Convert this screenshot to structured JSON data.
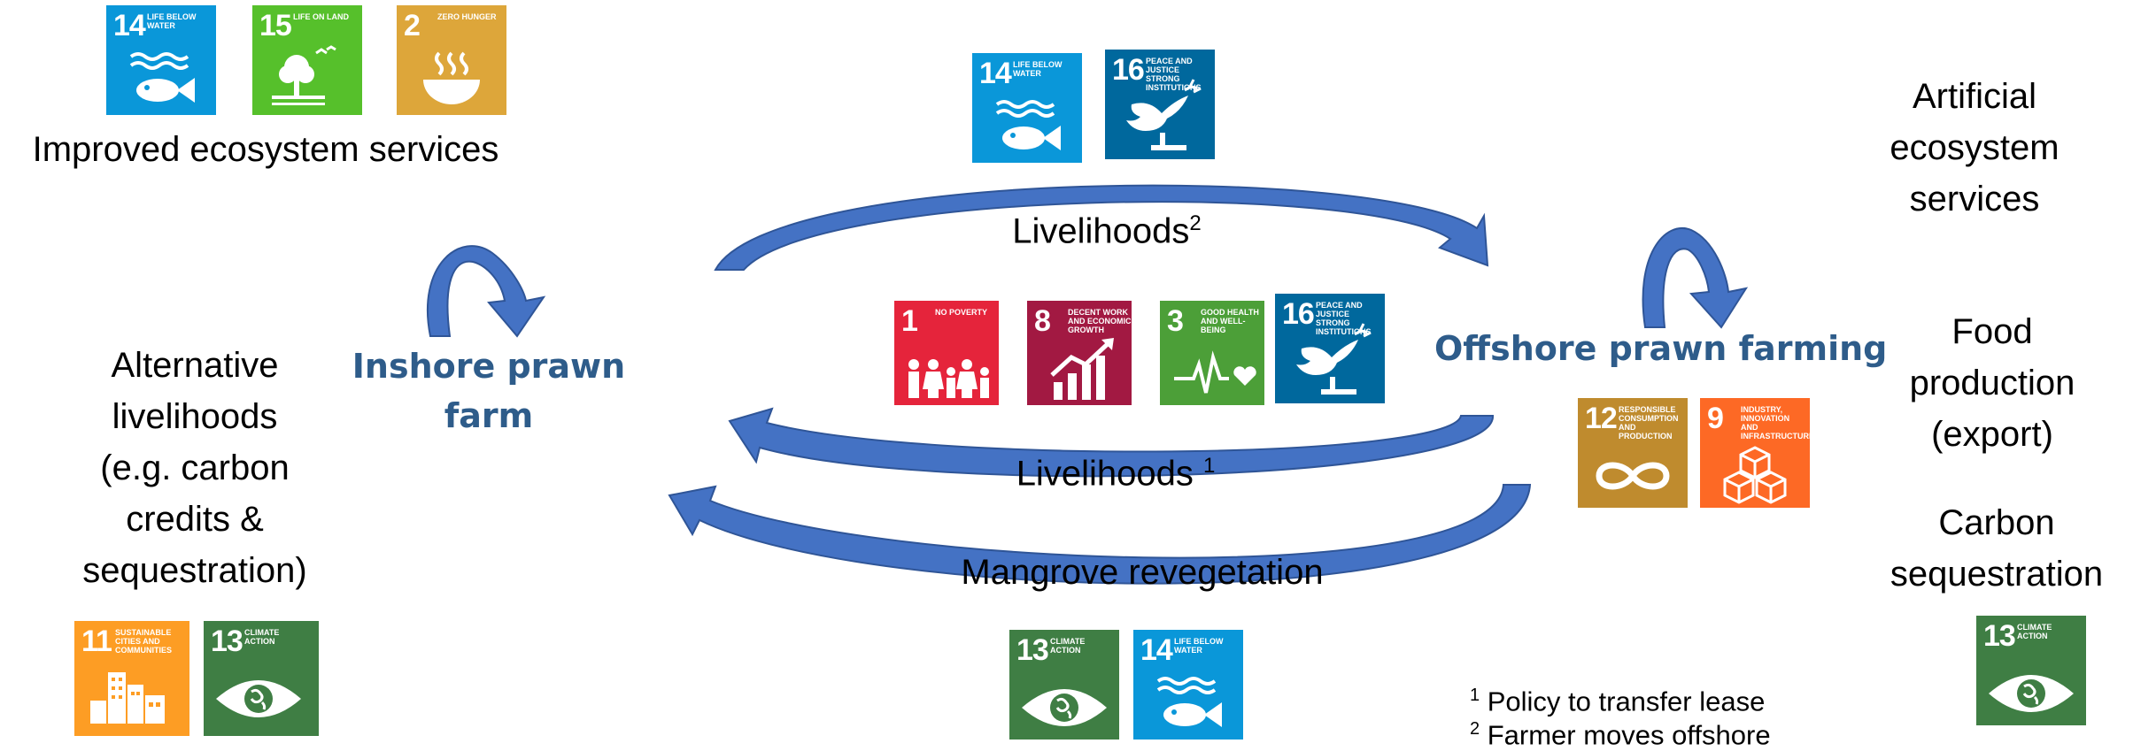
{
  "colors": {
    "arrow": "#4472c4",
    "node_text": "#2e5c8a",
    "sdg1": "#e5243b",
    "sdg2": "#dda63a",
    "sdg3": "#4c9f38",
    "sdg8": "#a21942",
    "sdg9": "#fd6925",
    "sdg11": "#fd9d24",
    "sdg12": "#bf8b2e",
    "sdg13": "#3f7e44",
    "sdg14": "#0a97d9",
    "sdg15": "#56c02b",
    "sdg16": "#00689d"
  },
  "nodes": {
    "inshore": [
      "Inshore prawn",
      "farm"
    ],
    "offshore": "Offshore prawn farming"
  },
  "left_text": {
    "improved": "Improved ecosystem services",
    "alternative": [
      "Alternative",
      "livelihoods",
      "(e.g. carbon",
      "credits &",
      "sequestration)"
    ]
  },
  "right_text": {
    "artificial": [
      "Artificial",
      "ecosystem",
      "services"
    ],
    "food": [
      "Food",
      "production",
      "(export)"
    ],
    "carbon": [
      "Carbon",
      "sequestration"
    ]
  },
  "flows": {
    "top": {
      "label": "Livelihoods",
      "sup": "2"
    },
    "middle": {
      "label": "Livelihoods ",
      "sup": "1"
    },
    "bottom": {
      "label": "Mangrove revegetation"
    }
  },
  "footnotes": [
    {
      "mark": "1",
      "text": " Policy to transfer lease"
    },
    {
      "mark": "2",
      "text": " Farmer moves offshore"
    }
  ],
  "sdg": {
    "g1": {
      "num": "1",
      "label": "No poverty",
      "icon": "family-icon"
    },
    "g2": {
      "num": "2",
      "label": "Zero hunger",
      "icon": "bowl-icon"
    },
    "g3": {
      "num": "3",
      "label": "Good health and well-being",
      "icon": "heartbeat-icon"
    },
    "g8": {
      "num": "8",
      "label": "Decent work and economic growth",
      "icon": "growth-chart-icon"
    },
    "g9": {
      "num": "9",
      "label": "Industry, innovation and infrastructure",
      "icon": "cubes-icon"
    },
    "g11": {
      "num": "11",
      "label": "Sustainable cities and communities",
      "icon": "buildings-icon"
    },
    "g12": {
      "num": "12",
      "label": "Responsible consumption and production",
      "icon": "infinity-icon"
    },
    "g13": {
      "num": "13",
      "label": "Climate action",
      "icon": "eye-globe-icon"
    },
    "g14": {
      "num": "14",
      "label": "Life below water",
      "icon": "fish-icon"
    },
    "g15": {
      "num": "15",
      "label": "Life on land",
      "icon": "tree-icon"
    },
    "g16": {
      "num": "16",
      "label": "Peace and justice strong institutions",
      "icon": "dove-gavel-icon"
    }
  }
}
